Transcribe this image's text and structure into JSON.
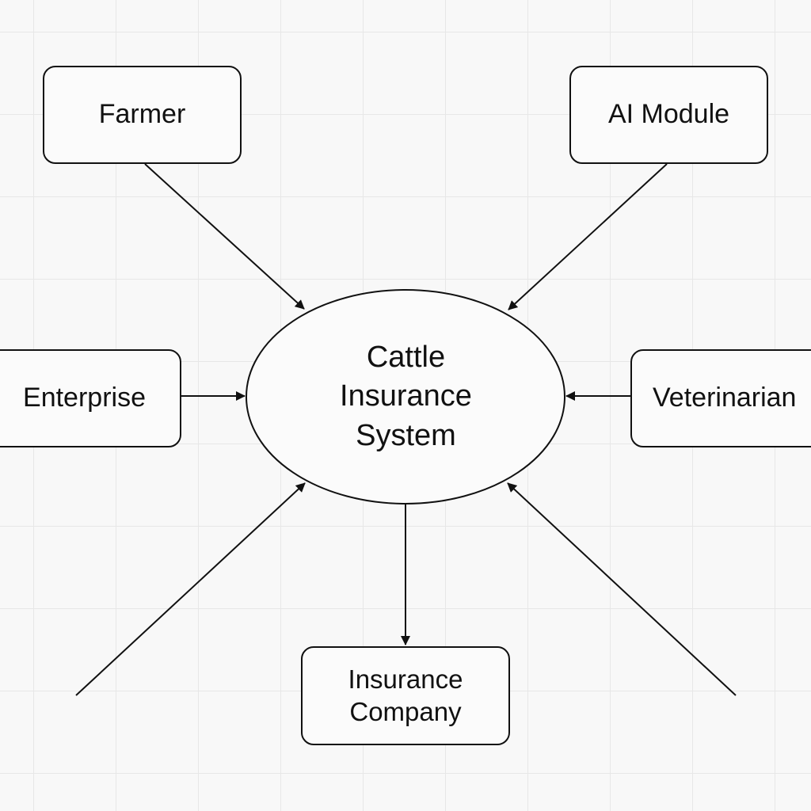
{
  "diagram": {
    "center": {
      "line1": "Cattle",
      "line2": "Insurance",
      "line3": "System"
    },
    "nodes": {
      "farmer": "Farmer",
      "ai_module": "AI Module",
      "enterprise": "Enterprise",
      "veterinarian": "Veterinarian",
      "insurance_company_line1": "Insurance",
      "insurance_company_line2": "Company"
    },
    "colors": {
      "stroke": "#111111",
      "background": "#f8f8f8",
      "grid": "#e7e7e7"
    }
  }
}
